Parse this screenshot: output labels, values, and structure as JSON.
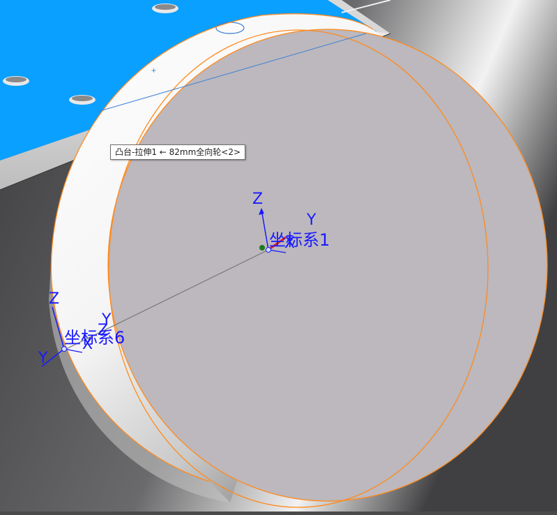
{
  "tooltip": {
    "text": "凸台-拉伸1 ← 82mm全向轮<2>"
  },
  "coord_systems": {
    "cs1": {
      "z": "Z",
      "y": "Y",
      "x": "X",
      "name": "坐标系1"
    },
    "cs6": {
      "z": "Z",
      "y": "Y",
      "x": "X",
      "name": "坐标系6",
      "y2": "Y",
      "z2": "Z"
    }
  },
  "colors": {
    "plate": "#0aa0ff",
    "face": "#bcb8bd",
    "edge": "#ff8a1e",
    "axis": "#1a1aff",
    "background": "#4a4a4c"
  }
}
